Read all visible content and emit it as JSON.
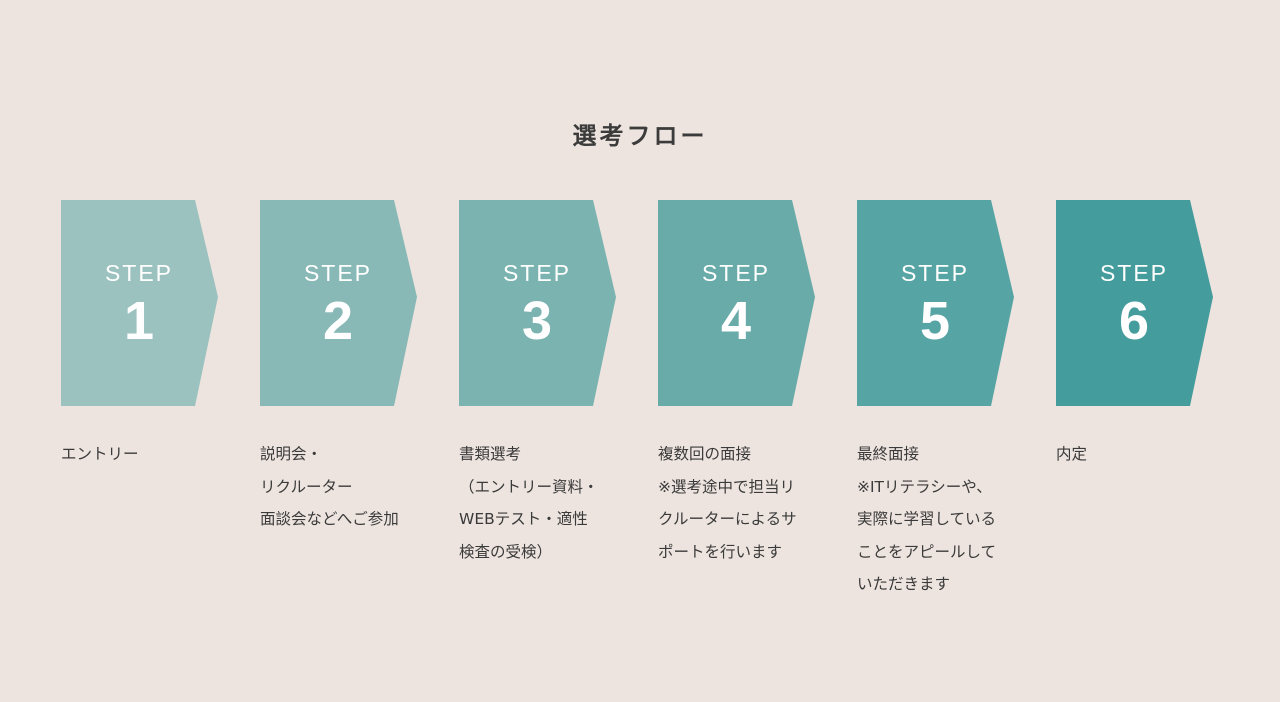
{
  "title": "選考フロー",
  "steps": [
    {
      "word": "STEP",
      "number": "1",
      "color": "#9bc2be",
      "lines": [
        "エントリー"
      ]
    },
    {
      "word": "STEP",
      "number": "2",
      "color": "#89b9b6",
      "lines": [
        "説明会・",
        "リクルーター",
        "面談会などへご参加"
      ]
    },
    {
      "word": "STEP",
      "number": "3",
      "color": "#7bb3b0",
      "lines": [
        "書類選考",
        "（エントリー資料・",
        "WEBテスト・適性",
        "検査の受検）"
      ]
    },
    {
      "word": "STEP",
      "number": "4",
      "color": "#69aba9",
      "lines": [
        "複数回の面接",
        "※選考途中で担当リ",
        "クルーターによるサ",
        "ポートを行います"
      ]
    },
    {
      "word": "STEP",
      "number": "5",
      "color": "#57a4a4",
      "lines": [
        "最終面接",
        "※ITリテラシーや、",
        "実際に学習している",
        "ことをアピールして",
        "いただきます"
      ]
    },
    {
      "word": "STEP",
      "number": "6",
      "color": "#459c9c",
      "lines": [
        "内定"
      ]
    }
  ]
}
